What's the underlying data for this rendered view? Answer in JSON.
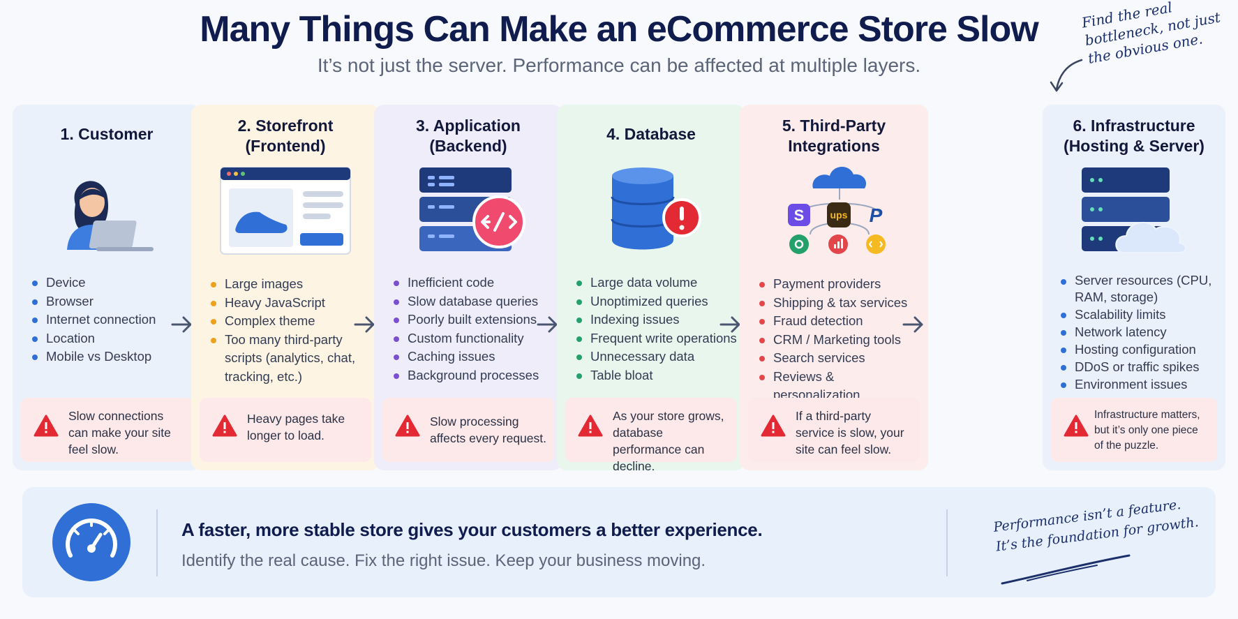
{
  "header": {
    "title": "Many Things Can Make an eCommerce Store Slow",
    "subtitle": "It’s not just the server. Performance can be affected at multiple layers.",
    "side_note": "Find the real bottleneck, not just the obvious one."
  },
  "colors": {
    "navy": "#0f1c4d",
    "danger": "#e32933",
    "blue_dot": "#2f6fd6",
    "orange_dot": "#f0a11c",
    "purple_dot": "#7a4fd1",
    "green_dot": "#24a06b",
    "red_dot": "#e2464a"
  },
  "cards": [
    {
      "title": "1. Customer",
      "icon": "woman-at-laptop-icon",
      "bullets": [
        "Device",
        "Browser",
        "Internet connection",
        "Location",
        "Mobile vs Desktop"
      ],
      "warning": "Slow connections can make your site feel slow."
    },
    {
      "title": "2. Storefront (Frontend)",
      "icon": "browser-window-shoe-icon",
      "bullets": [
        "Large images",
        "Heavy JavaScript",
        "Complex theme",
        "Too many third-party scripts (analytics, chat, tracking, etc.)"
      ],
      "warning": "Heavy pages take longer to load."
    },
    {
      "title": "3. Application (Backend)",
      "icon": "server-code-icon",
      "bullets": [
        "Inefficient code",
        "Slow database queries",
        "Poorly built extensions",
        "Custom functionality",
        "Caching issues",
        "Background processes"
      ],
      "warning": "Slow processing affects every request."
    },
    {
      "title": "4. Database",
      "icon": "database-alert-icon",
      "bullets": [
        "Large data volume",
        "Unoptimized queries",
        "Indexing issues",
        "Frequent write operations",
        "Unnecessary data",
        "Table bloat"
      ],
      "warning": "As your store grows, database performance can decline."
    },
    {
      "title": "5. Third-Party Integrations",
      "icon": "cloud-integrations-icon",
      "bullets": [
        "Payment providers",
        "Shipping & tax services",
        "Fraud detection",
        "CRM / Marketing tools",
        "Search services",
        "Reviews & personalization"
      ],
      "warning": "If a third-party service is slow, your site can feel slow."
    },
    {
      "title": "6. Infrastructure (Hosting & Server)",
      "icon": "server-cloud-icon",
      "bullets": [
        "Server resources (CPU, RAM, storage)",
        "Scalability limits",
        "Network latency",
        "Hosting configuration",
        "DDoS or traffic spikes",
        "Environment issues"
      ],
      "warning": "Infrastructure matters, but it’s only one piece of the puzzle."
    }
  ],
  "integration_badges": [
    "S",
    "ups",
    "P"
  ],
  "banner": {
    "headline": "A faster, more stable store gives your customers a better experience.",
    "subline": "Identify the real cause. Fix the right issue. Keep your business moving.",
    "note": "Performance isn’t a feature. It’s the foundation for growth."
  }
}
